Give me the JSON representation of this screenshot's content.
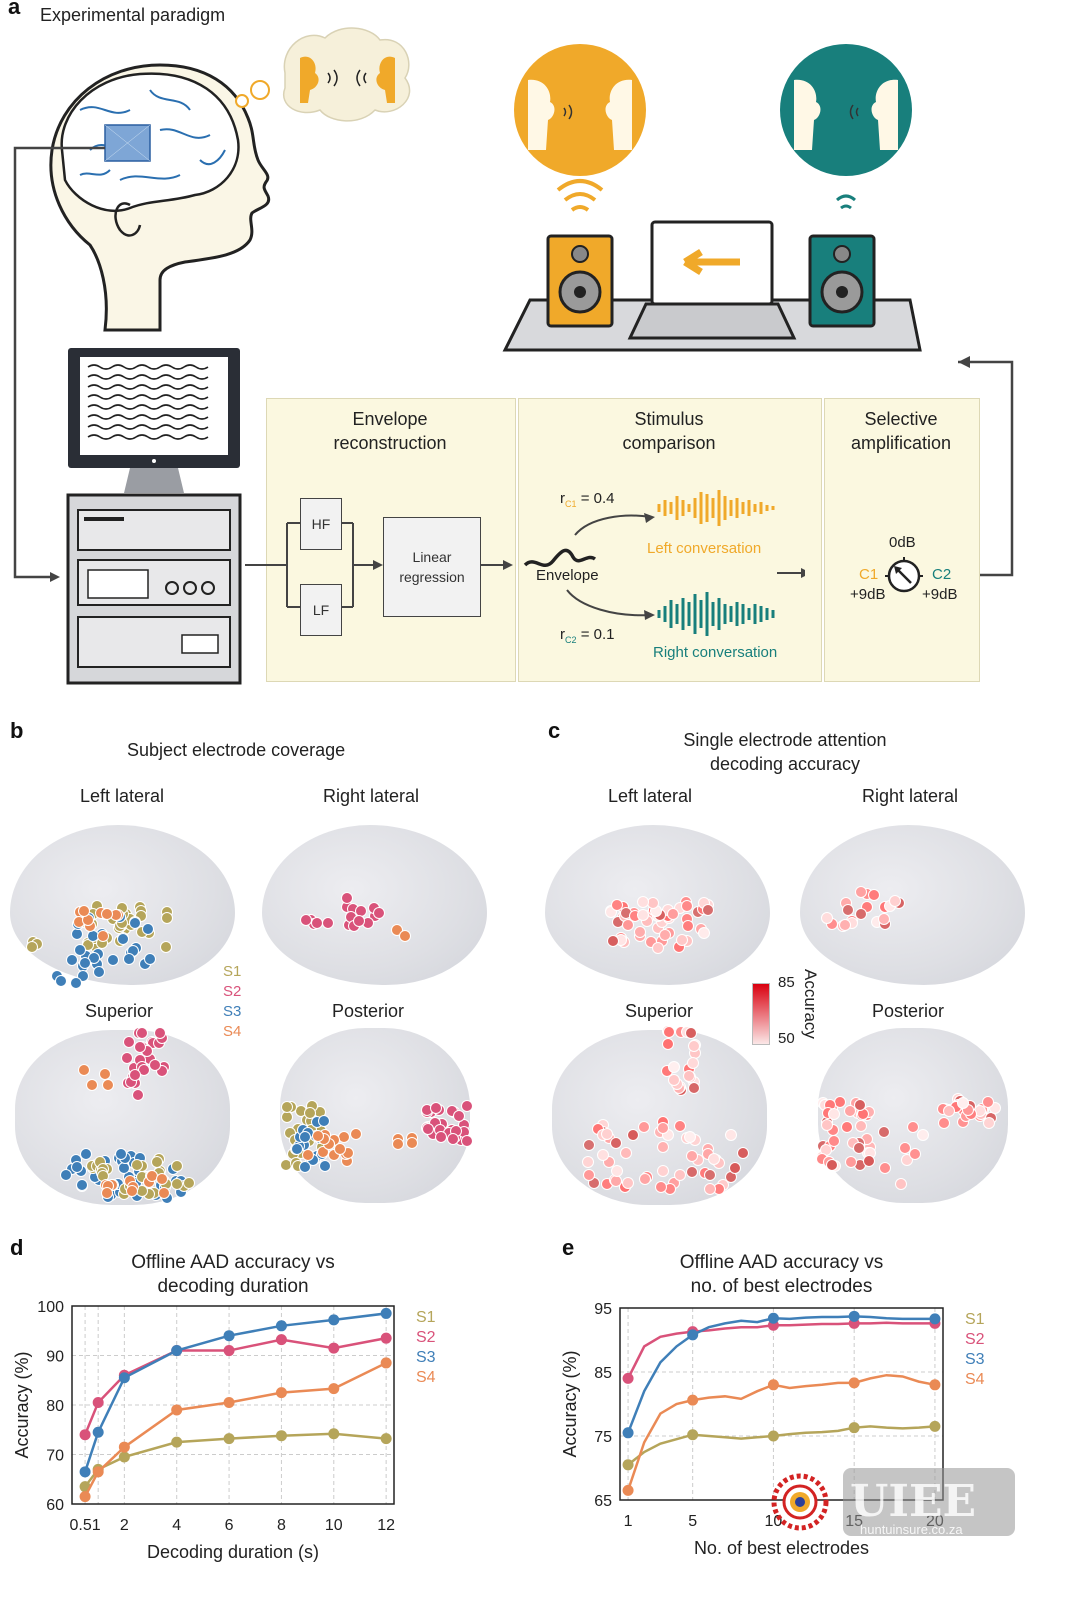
{
  "panel_a": {
    "letter": "a",
    "title": "Experimental paradigm",
    "stages": [
      {
        "title": "Envelope\nreconstruction"
      },
      {
        "title": "Stimulus\ncomparison"
      },
      {
        "title": "Selective\namplification"
      }
    ],
    "hf_label": "HF",
    "lf_label": "LF",
    "linear_regression": "Linear\nregression",
    "envelope_label": "Envelope",
    "rc1": "= 0.4",
    "rc2": "= 0.1",
    "r_symbol": "r",
    "c1_sub": "C1",
    "c2_sub": "C2",
    "left_conversation": "Left conversation",
    "right_conversation": "Right conversation",
    "odb": "0dB",
    "c1": "C1",
    "c2": "C2",
    "c1_gain": "+9dB",
    "c2_gain": "+9dB"
  },
  "panel_b": {
    "letter": "b",
    "title": "Subject electrode coverage",
    "views": [
      "Left lateral",
      "Right lateral",
      "Superior",
      "Posterior"
    ],
    "legend": [
      "S1",
      "S2",
      "S3",
      "S4"
    ]
  },
  "panel_c": {
    "letter": "c",
    "title": "Single electrode attention\ndecoding accuracy",
    "views": [
      "Left lateral",
      "Right lateral",
      "Superior",
      "Posterior"
    ],
    "colorbar": {
      "max": "85",
      "min": "50",
      "label": "Accuracy"
    }
  },
  "colors": {
    "S1": "#b5a55a",
    "S2": "#d9527a",
    "S3": "#3f7fb8",
    "S4": "#ea8a55",
    "stage_bg": "#fbf8e0",
    "orange_speaker": "#f0a92a",
    "teal_speaker": "#187f7c"
  },
  "chart_data": [
    {
      "panel": "d",
      "type": "line",
      "title": "Offline AAD accuracy vs\ndecoding duration",
      "xlabel": "Decoding duration (s)",
      "ylabel": "Accuracy (%)",
      "xticks": [
        0.5,
        1,
        2,
        4,
        6,
        8,
        10,
        12
      ],
      "xtick_labels": [
        "0.51",
        "2",
        "4",
        "6",
        "8",
        "10",
        "12"
      ],
      "yticks": [
        60,
        70,
        80,
        90,
        100
      ],
      "xlim": [
        0,
        12.3
      ],
      "ylim": [
        60,
        100
      ],
      "grid": true,
      "legend_position": "right",
      "series": [
        {
          "name": "S1",
          "x": [
            0.5,
            1,
            2,
            4,
            6,
            8,
            10,
            12
          ],
          "values": [
            63.5,
            67,
            69.5,
            72.5,
            73.2,
            73.8,
            74.2,
            73.2
          ]
        },
        {
          "name": "S2",
          "x": [
            0.5,
            1,
            2,
            4,
            6,
            8,
            10,
            12
          ],
          "values": [
            74,
            80.5,
            86,
            91,
            91,
            93.2,
            91.5,
            93.5
          ]
        },
        {
          "name": "S3",
          "x": [
            0.5,
            1,
            2,
            4,
            6,
            8,
            10,
            12
          ],
          "values": [
            66.5,
            74.5,
            85.5,
            91,
            94,
            96,
            97.2,
            98.5
          ]
        },
        {
          "name": "S4",
          "x": [
            0.5,
            1,
            2,
            4,
            6,
            8,
            10,
            12
          ],
          "values": [
            61.5,
            66.5,
            71.5,
            79,
            80.5,
            82.5,
            83.3,
            88.5
          ]
        }
      ]
    },
    {
      "panel": "e",
      "type": "line",
      "title": "Offline AAD accuracy vs\nno. of best electrodes",
      "xlabel": "No. of best electrodes",
      "ylabel": "Accuracy (%)",
      "xticks": [
        1,
        5,
        10,
        15,
        20
      ],
      "yticks": [
        65,
        75,
        85,
        95
      ],
      "xlim": [
        0.5,
        20.5
      ],
      "ylim": [
        65,
        95
      ],
      "grid": true,
      "legend_position": "right",
      "markers_at": [
        1,
        5,
        10,
        15,
        20
      ],
      "series": [
        {
          "name": "S1",
          "x": [
            1,
            2,
            3,
            4,
            5,
            6,
            7,
            8,
            9,
            10,
            11,
            12,
            13,
            14,
            15,
            16,
            17,
            18,
            19,
            20
          ],
          "values": [
            70.5,
            72.5,
            73.8,
            74.5,
            75.2,
            75.0,
            74.8,
            74.6,
            74.8,
            75.0,
            75.3,
            75.5,
            75.6,
            75.8,
            76.3,
            76.5,
            76.3,
            76.2,
            76.3,
            76.5
          ]
        },
        {
          "name": "S2",
          "x": [
            1,
            2,
            3,
            4,
            5,
            6,
            7,
            8,
            9,
            10,
            11,
            12,
            13,
            14,
            15,
            16,
            17,
            18,
            19,
            20
          ],
          "values": [
            84,
            89,
            90.5,
            91,
            91.3,
            91.5,
            91.8,
            92,
            92,
            92.3,
            92.3,
            92.4,
            92.5,
            92.5,
            92.6,
            92.6,
            92.7,
            92.6,
            92.6,
            92.6
          ]
        },
        {
          "name": "S3",
          "x": [
            1,
            2,
            3,
            4,
            5,
            6,
            7,
            8,
            9,
            10,
            11,
            12,
            13,
            14,
            15,
            16,
            17,
            18,
            19,
            20
          ],
          "values": [
            75.5,
            82,
            86.5,
            89,
            90.8,
            92,
            92.6,
            93,
            92.8,
            93.4,
            93.3,
            93.5,
            93.6,
            93.6,
            93.7,
            93.6,
            93.4,
            93.3,
            93.3,
            93.3
          ]
        },
        {
          "name": "S4",
          "x": [
            1,
            2,
            3,
            4,
            5,
            6,
            7,
            8,
            9,
            10,
            11,
            12,
            13,
            14,
            15,
            16,
            17,
            18,
            19,
            20
          ],
          "values": [
            66.5,
            74,
            78.5,
            80,
            80.6,
            81,
            81.2,
            80.8,
            82,
            83,
            82.5,
            82.8,
            83,
            83.3,
            83.3,
            84,
            84.5,
            84.3,
            83.5,
            83
          ]
        }
      ]
    }
  ],
  "watermark": {
    "brand": "UIEE",
    "url": "huntuinsure.co.za"
  }
}
